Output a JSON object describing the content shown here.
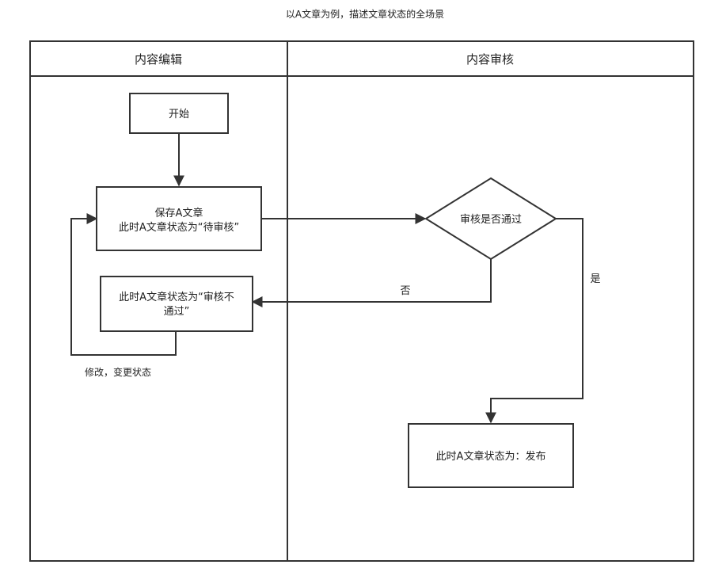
{
  "title": "以A文章为例，描述文章状态的全场景",
  "lanes": [
    {
      "label": "内容编辑"
    },
    {
      "label": "内容审核"
    }
  ],
  "nodes": {
    "start": {
      "label": "开始"
    },
    "save": {
      "line1": "保存A文章",
      "line2": "此时A文章状态为“待审核”"
    },
    "rejected": {
      "line1": "此时A文章状态为“审核不",
      "line2": "通过”"
    },
    "review": {
      "label": "审核是否通过"
    },
    "published": {
      "label": "此时A文章状态为：发布"
    }
  },
  "edge_labels": {
    "no": "否",
    "yes": "是",
    "modify": "修改，变更状态"
  },
  "colors": {
    "line": "#333333",
    "text": "#222222",
    "background": "#ffffff"
  }
}
